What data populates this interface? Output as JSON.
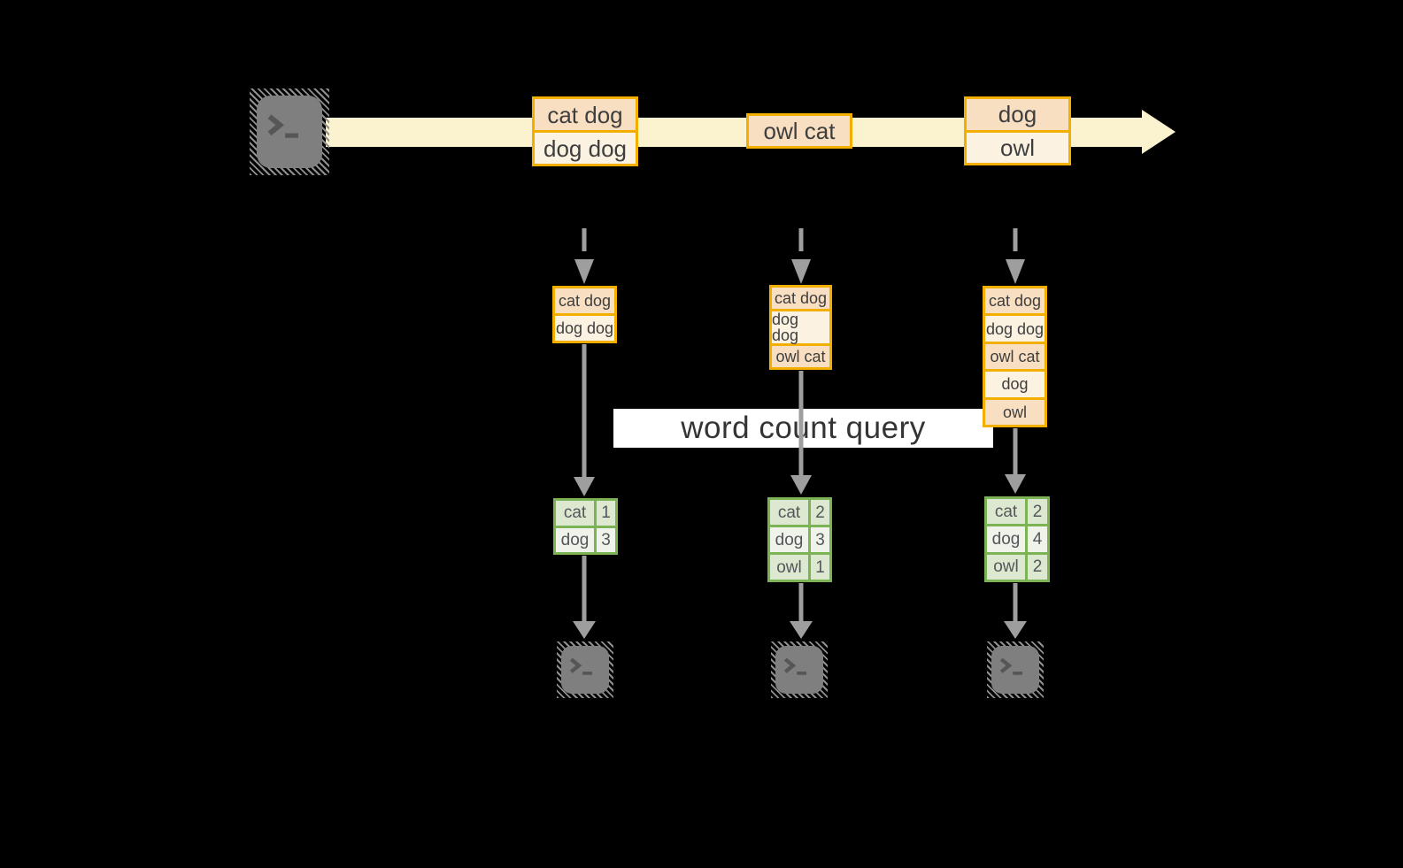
{
  "query_label": "word count query",
  "source_terminal": {
    "icon": "terminal-icon",
    "glyph": ">_"
  },
  "stream": {
    "events": [
      {
        "lines": [
          "cat dog",
          "dog dog"
        ]
      },
      {
        "lines": [
          "owl cat"
        ]
      },
      {
        "lines": [
          "dog",
          "owl"
        ]
      }
    ]
  },
  "snapshots": [
    {
      "rows": [
        "cat dog",
        "dog dog"
      ]
    },
    {
      "rows": [
        "cat dog",
        "dog dog",
        "owl cat"
      ]
    },
    {
      "rows": [
        "cat dog",
        "dog dog",
        "owl cat",
        "dog",
        "owl"
      ]
    }
  ],
  "results": [
    {
      "rows": [
        [
          "cat",
          "1"
        ],
        [
          "dog",
          "3"
        ]
      ]
    },
    {
      "rows": [
        [
          "cat",
          "2"
        ],
        [
          "dog",
          "3"
        ],
        [
          "owl",
          "1"
        ]
      ]
    },
    {
      "rows": [
        [
          "cat",
          "2"
        ],
        [
          "dog",
          "4"
        ],
        [
          "owl",
          "2"
        ]
      ]
    }
  ],
  "output_terminals": [
    {
      "icon": "terminal-icon",
      "glyph": ">_"
    },
    {
      "icon": "terminal-icon",
      "glyph": ">_"
    },
    {
      "icon": "terminal-icon",
      "glyph": ">_"
    }
  ],
  "colors": {
    "background": "#000000",
    "stream_fill": "#FBF2CF",
    "event_border": "#F2AF00",
    "event_cell_dark": "#F8DFC2",
    "event_cell_light": "#FCF2E2",
    "result_border": "#7CB455",
    "result_cell_dark": "#DCE8D0",
    "result_cell_light": "#EFF3EA",
    "arrow_gray": "#9E9E9E",
    "terminal_gray": "#7F7F7F",
    "banner_background": "#FFFFFF",
    "text": "#3E3E3E"
  }
}
